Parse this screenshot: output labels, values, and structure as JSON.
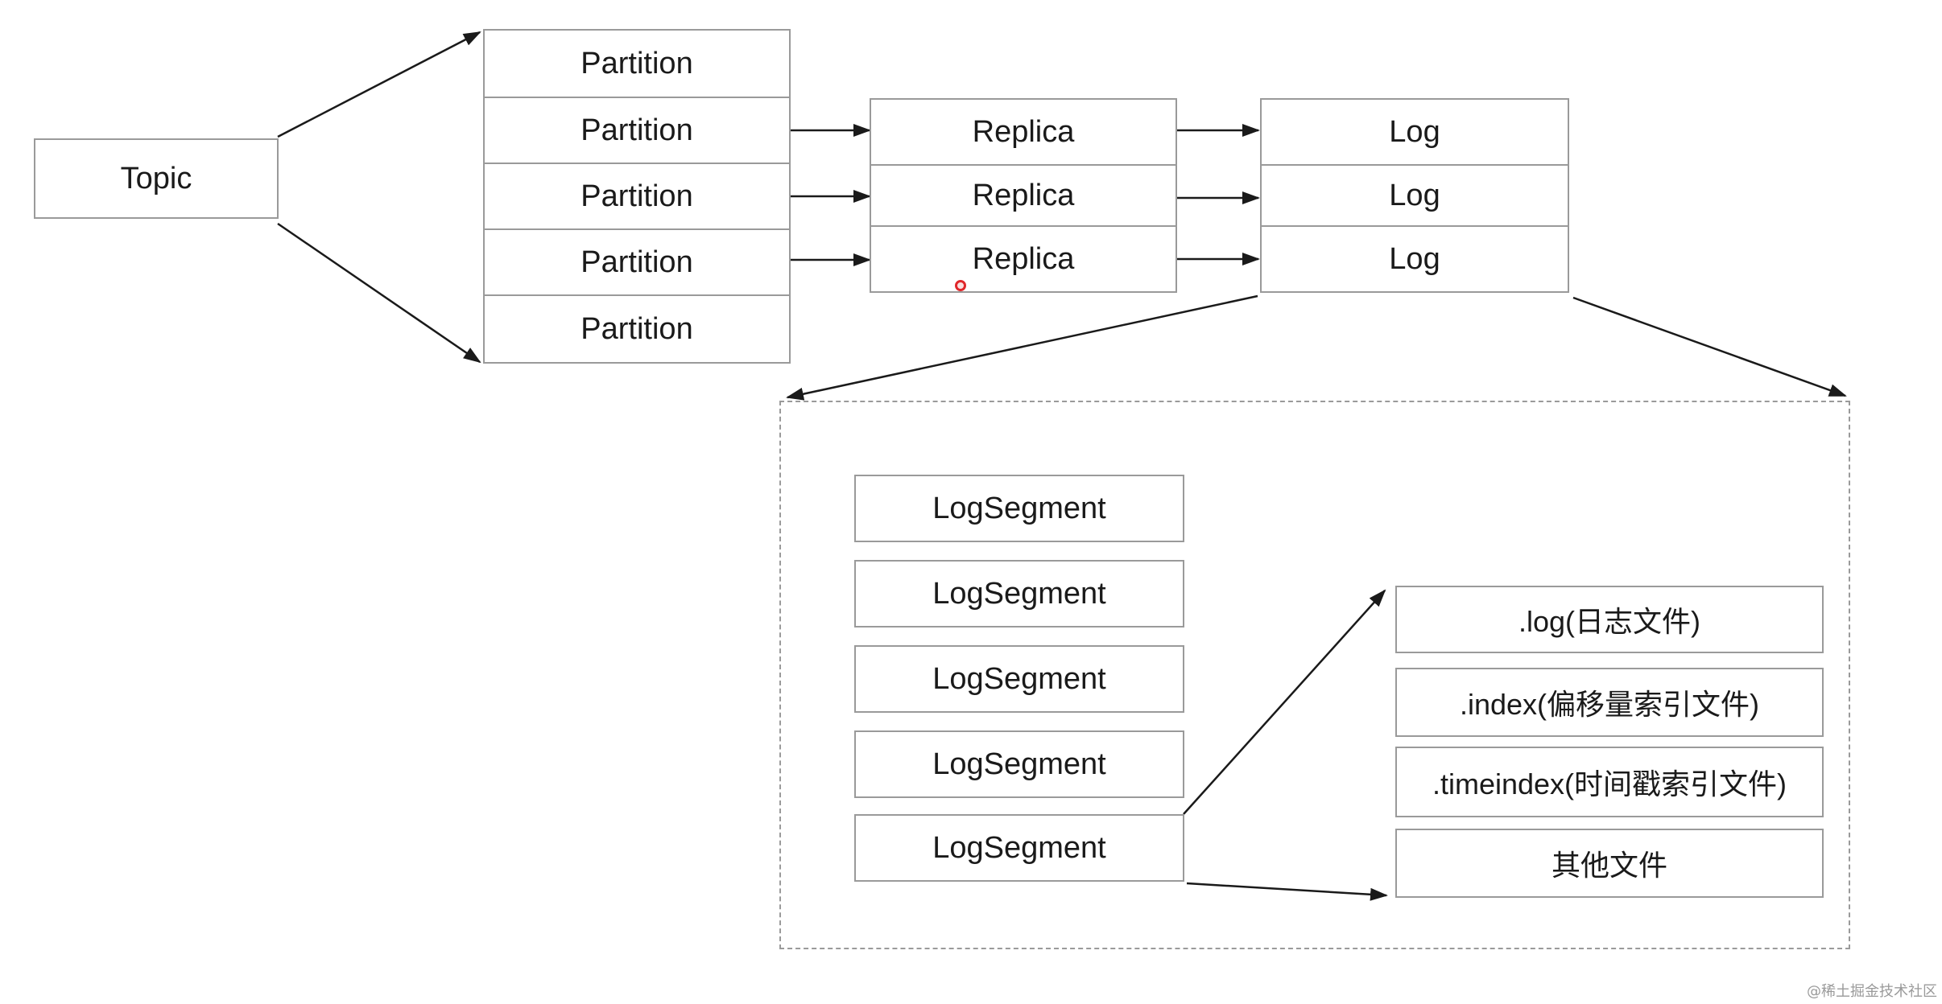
{
  "topic": {
    "label": "Topic"
  },
  "partitions": [
    "Partition",
    "Partition",
    "Partition",
    "Partition",
    "Partition"
  ],
  "replicas": [
    "Replica",
    "Replica",
    "Replica"
  ],
  "logs": [
    "Log",
    "Log",
    "Log"
  ],
  "log_segments": [
    "LogSegment",
    "LogSegment",
    "LogSegment",
    "LogSegment",
    "LogSegment"
  ],
  "segment_files": [
    ".log(日志文件)",
    ".index(偏移量索引文件)",
    ".timeindex(时间戳索引文件)",
    "其他文件"
  ],
  "watermark": "@稀土掘金技术社区",
  "colors": {
    "box_border": "#9a9a9a",
    "arrow": "#1a1a1a",
    "cursor": "#e0262a"
  }
}
